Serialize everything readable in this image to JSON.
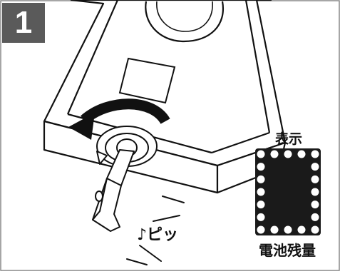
{
  "step": {
    "number": "1"
  },
  "display": {
    "label": "表示",
    "caption": "電池残量"
  },
  "sound": {
    "text": "♪ピッ"
  },
  "colors": {
    "badge": "#5a5a5a",
    "ink": "#111111",
    "led_panel": "#1a1a1a",
    "led_dot": "#ffffff"
  }
}
